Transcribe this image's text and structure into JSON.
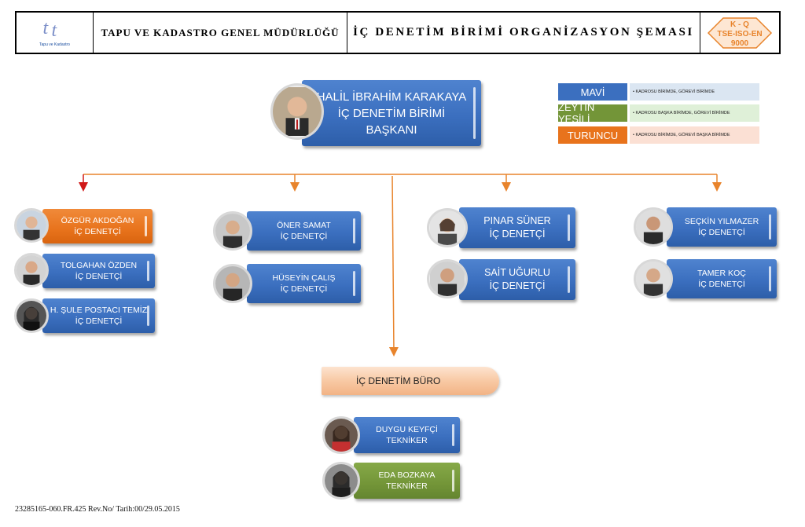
{
  "header": {
    "logo_text": "Tapu ve Kadastro",
    "org": "TAPU VE KADASTRO GENEL MÜDÜRLÜĞÜ",
    "title": "İÇ DENETİM BİRİMİ ORGANİZASYON ŞEMASI",
    "cert": {
      "line1": "K - Q",
      "line2": "TSE-ISO-EN",
      "line3": "9000"
    }
  },
  "legend": [
    {
      "label": "MAVİ",
      "desc": "• KADROSU BİRİMDE, GÖREVİ BİRİMDE",
      "color": "#3b6fbf",
      "bg": "#dbe6f2"
    },
    {
      "label": "ZEYTİN YEŞİLİ",
      "desc": "• KADROSU BAŞKA BİRİMDE, GÖREVİ BİRİMDE",
      "color": "#739538",
      "bg": "#dff0d8"
    },
    {
      "label": "TURUNCU",
      "desc": "• KADROSU BİRİMDE, GÖREVİ BAŞKA BİRİMDE",
      "color": "#e8731c",
      "bg": "#fbe0d4"
    }
  ],
  "head": {
    "line1": "HALİL İBRAHİM KARAKAYA",
    "line2": "İÇ DENETİM BİRİMİ",
    "line3": "BAŞKANI"
  },
  "columns": [
    [
      {
        "name": "ÖZGÜR AKDOĞAN",
        "title": "İÇ DENETÇİ",
        "color": "orange"
      },
      {
        "name": "TOLGAHAN ÖZDEN",
        "title": "İÇ DENETÇİ",
        "color": "blue"
      },
      {
        "name": "H. ŞULE POSTACI TEMİZ",
        "title": "İÇ DENETÇİ",
        "color": "blue"
      }
    ],
    [
      {
        "name": "ÖNER SAMAT",
        "title": "İÇ DENETÇİ",
        "color": "blue"
      },
      {
        "name": "HÜSEYİN ÇALIŞ",
        "title": "İÇ DENETÇİ",
        "color": "blue"
      }
    ],
    [
      {
        "name": "PINAR SÜNER",
        "title": "İÇ DENETÇİ",
        "color": "blue"
      },
      {
        "name": "SAİT UĞURLU",
        "title": "İÇ DENETÇİ",
        "color": "blue"
      }
    ],
    [
      {
        "name": "SEÇKİN YILMAZER",
        "title": "İÇ DENETÇİ",
        "color": "blue"
      },
      {
        "name": "TAMER KOÇ",
        "title": "İÇ DENETÇİ",
        "color": "blue"
      }
    ]
  ],
  "buro": {
    "label": "İÇ DENETİM  BÜRO",
    "staff": [
      {
        "name": "DUYGU KEYFÇİ",
        "title": "TEKNİKER",
        "color": "blue"
      },
      {
        "name": "EDA BOZKAYA",
        "title": "TEKNİKER",
        "color": "olive"
      }
    ]
  },
  "footer": "23285165-060.FR.425 Rev.No/ Tarih:00/29.05.2015",
  "colors": {
    "arrow": "#e8842c",
    "arrow_red": "#d01818"
  }
}
